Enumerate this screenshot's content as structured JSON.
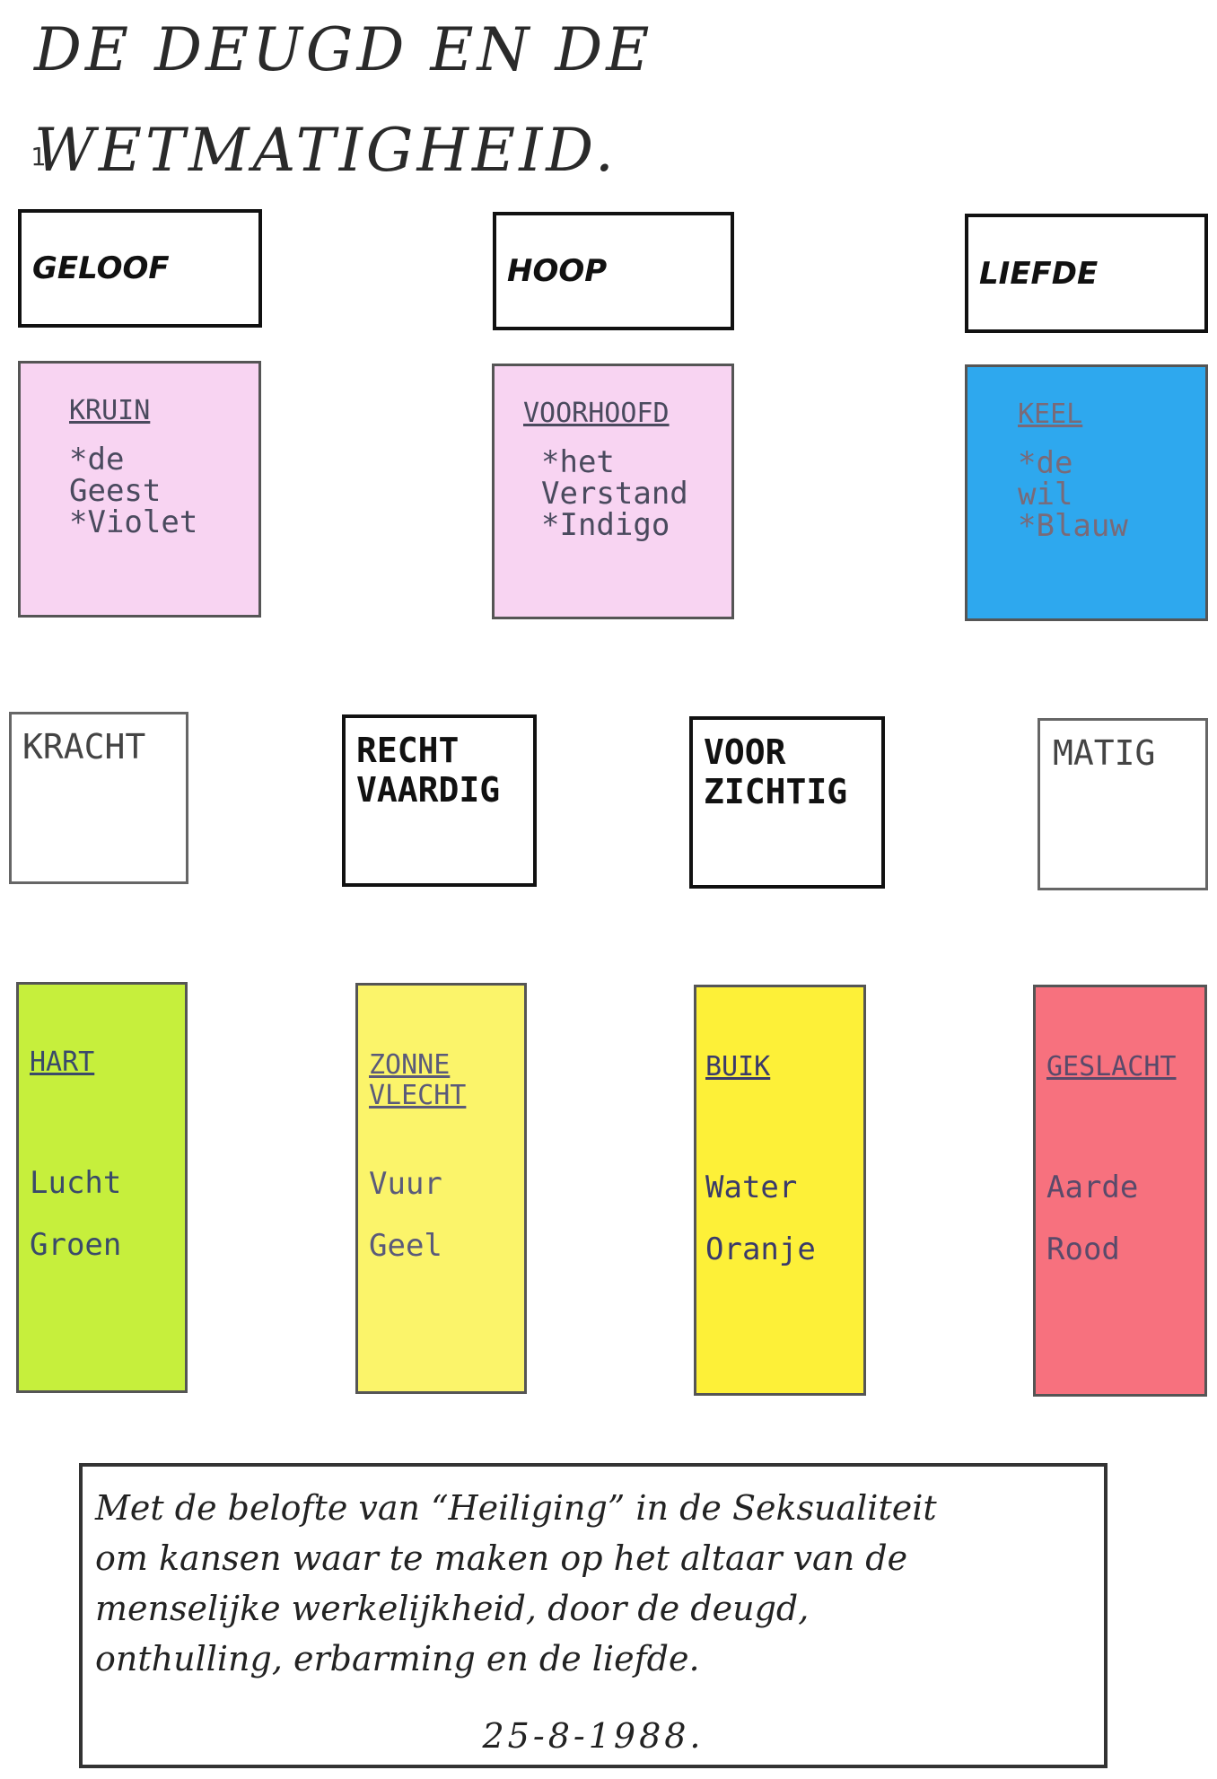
{
  "title": "DE DEUGD EN DE WETMATIGHEID.",
  "page_number": "1",
  "theological_virtues": [
    {
      "label": "GELOOF"
    },
    {
      "label": "HOOP"
    },
    {
      "label": "LIEFDE"
    }
  ],
  "upper_centers": [
    {
      "heading": "KRUIN",
      "text": "*de\n Geest\n*Violet",
      "color": "#f8d4f2",
      "text_color": "#4a4a5e"
    },
    {
      "heading": "VOORHOOFD",
      "text": "*het\n Verstand\n*Indigo",
      "color": "#f8d4f2",
      "text_color": "#4a4a5e"
    },
    {
      "heading": "KEEL",
      "text": "*de\n wil\n*Blauw",
      "color": "#2ea8ee",
      "text_color": "#7a6a78"
    }
  ],
  "cardinal_virtues": [
    {
      "label": "KRACHT"
    },
    {
      "label": "RECHT\nVAARDIG"
    },
    {
      "label": "VOOR\nZICHTIG"
    },
    {
      "label": "MATIG"
    }
  ],
  "lower_centers": [
    {
      "heading": "HART",
      "element": "Lucht",
      "color_name": "Groen",
      "color": "#c6ef3c",
      "text_color": "#3a4a6a"
    },
    {
      "heading": "ZONNE\nVLECHT",
      "element": "Vuur",
      "color_name": "Geel",
      "color": "#fbf46a",
      "text_color": "#5a5a7a"
    },
    {
      "heading": "BUIK",
      "element": "Water",
      "color_name": "Oranje",
      "color": "#fdf038",
      "text_color": "#3a3a6a"
    },
    {
      "heading": "GESLACHT",
      "element": "Aarde",
      "color_name": "Rood",
      "color": "#f7717e",
      "text_color": "#5a4a6a"
    }
  ],
  "footer": {
    "lines": [
      "Met de belofte van “Heiliging” in de Seksualiteit",
      "om kansen waar te maken op het altaar van de",
      "menselijke werkelijkheid, door de deugd,",
      "onthulling, erbarming en de liefde."
    ],
    "date": "25-8-1988."
  }
}
